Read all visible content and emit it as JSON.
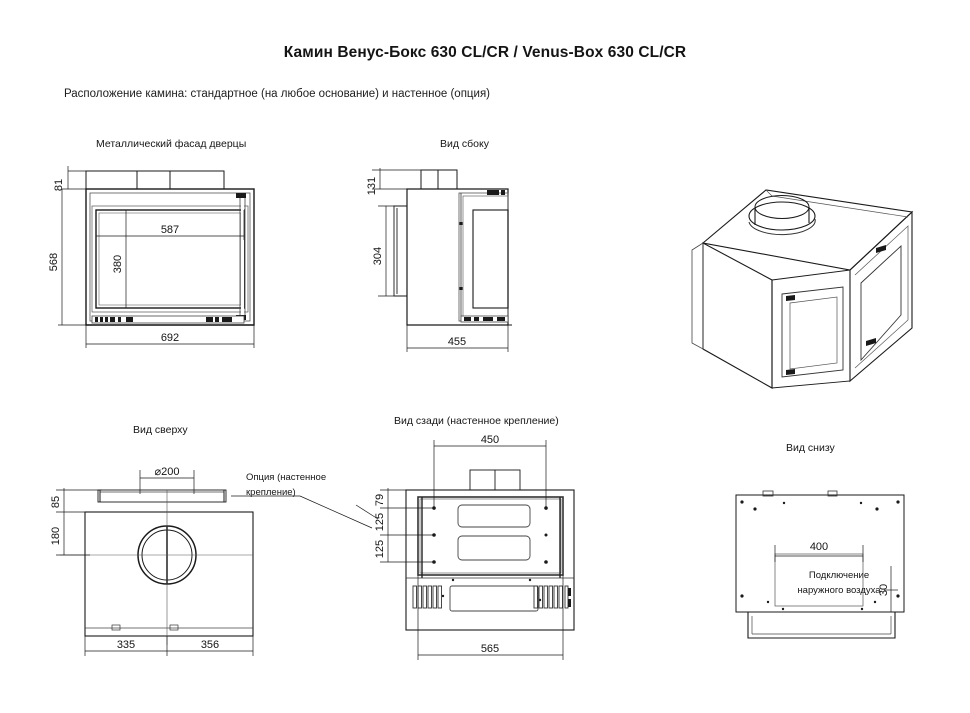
{
  "document": {
    "title": "Камин Венус-Бокс 630 CL/CR / Venus-Box 630 CL/CR",
    "subtitle": "Расположение камина: стандартное (на любое основание) и настенное (опция)"
  },
  "views": {
    "front": {
      "title": "Металлический фасад дверцы",
      "dimensions": {
        "top_strip_height": "81",
        "body_height": "568",
        "glass_width": "587",
        "glass_height": "380",
        "total_width": "692"
      }
    },
    "side": {
      "title": "Вид сбоку",
      "dimensions": {
        "flue_height": "131",
        "upper_section": "304",
        "depth": "455"
      }
    },
    "top": {
      "title": "Вид сверху",
      "callout": "Опция (настенное крепление)",
      "dimensions": {
        "flue_diameter": "⌀200",
        "bracket_offset": "85",
        "flue_center_offset": "180",
        "left_width": "335",
        "right_width": "356"
      }
    },
    "rear": {
      "title": "Вид сзади (настенное крепление)",
      "dimensions": {
        "bracket_width": "450",
        "top_offset": "79",
        "pitch_1": "125",
        "pitch_2": "125",
        "total_width": "565"
      }
    },
    "bottom": {
      "title": "Вид снизу",
      "air_inlet_label_line1": "Подключение",
      "air_inlet_label_line2": "наружного воздуха",
      "dimensions": {
        "air_inlet_width": "400",
        "air_inlet_depth": "30"
      }
    },
    "isometric": {
      "title": ""
    }
  },
  "colors": {
    "line": "#1a1a1a",
    "thin": "#555555",
    "background": "#ffffff",
    "fill": "#ffffff"
  }
}
